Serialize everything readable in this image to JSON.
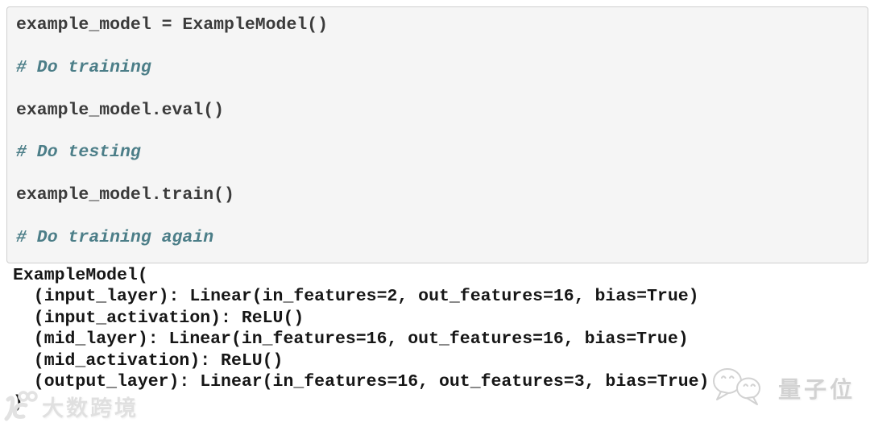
{
  "notebook": {
    "cell": {
      "background": "#f5f5f5",
      "border_color": "#cfcfcf",
      "code_color": "#3b3b3b",
      "comment_color": "#4c7e88",
      "lines": [
        "example_model = ExampleModel()",
        "",
        "# Do training",
        "",
        "example_model.eval()",
        "",
        "# Do testing",
        "",
        "example_model.train()",
        "",
        "# Do training again"
      ]
    },
    "output": {
      "text_color": "#161616",
      "lines": [
        "ExampleModel(",
        "  (input_layer): Linear(in_features=2, out_features=16, bias=True)",
        "  (input_activation): ReLU()",
        "  (mid_layer): Linear(in_features=16, out_features=16, bias=True)",
        "  (mid_activation): ReLU()",
        "  (output_layer): Linear(in_features=16, out_features=3, bias=True)",
        ")"
      ]
    }
  },
  "watermarks": {
    "bottom_right": {
      "icon": "wechat-chat-bubbles-icon",
      "label": "量子位",
      "color": "#d2d2d2"
    },
    "bottom_left": {
      "icon": "infinity-logo-icon",
      "label": "大数跨境",
      "color": "#e0e0e0"
    }
  }
}
